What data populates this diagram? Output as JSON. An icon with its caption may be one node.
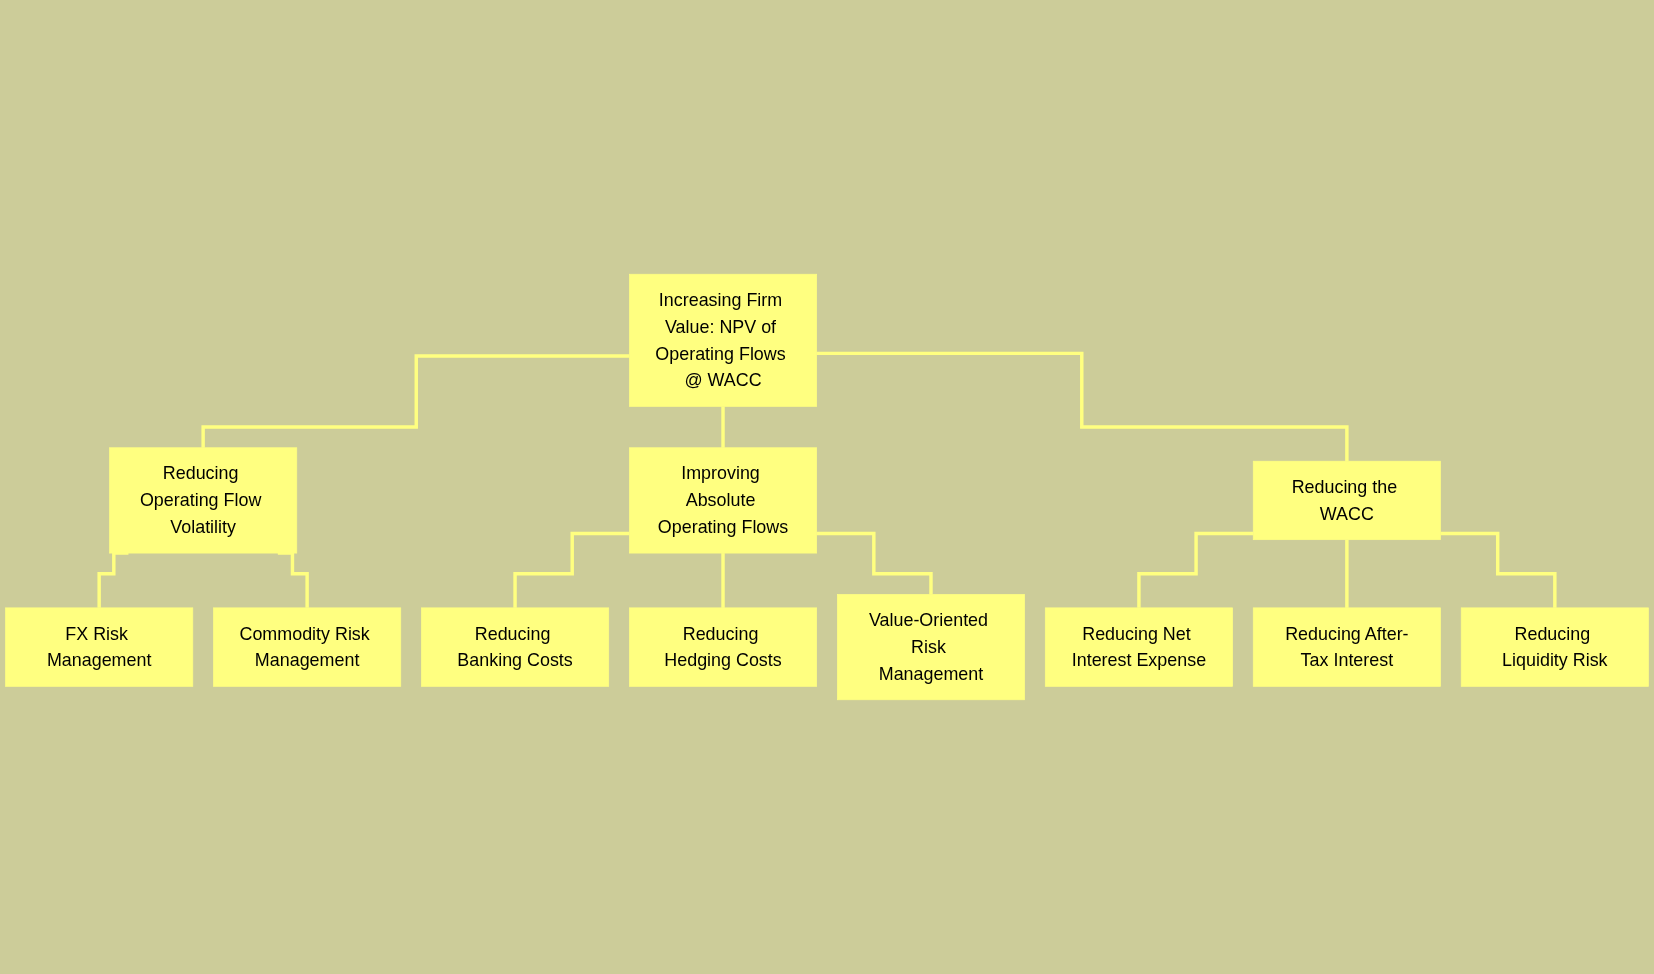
{
  "diagram": {
    "nodes": [
      {
        "text": [
          "Increasing Firm Value: NPV of Operating Flows @ WACC"
        ]
      },
      {
        "text": [
          "Reducing Operating Flow Volatility"
        ]
      },
      {
        "text": [
          "Improving Absolute Operating Flows"
        ]
      },
      {
        "text": [
          "Reducing the WACC"
        ]
      },
      {
        "text": [
          "FX Risk Management"
        ]
      },
      {
        "text": [
          "Commodity Risk Management"
        ]
      },
      {
        "text": [
          "Reducing Banking Costs"
        ]
      },
      {
        "text": [
          "Reducing Hedging Costs"
        ]
      },
      {
        "text": [
          "Value-Oriented Risk Management"
        ]
      },
      {
        "text": [
          "Reducing Net Interest Expense"
        ]
      },
      {
        "text": [
          "Reducing After-Tax Interest"
        ]
      },
      {
        "text": [
          "Reducing Liquidity Risk"
        ]
      }
    ],
    "edges": [
      {
        "from": 0,
        "to": 1,
        "arrow": "none"
      },
      {
        "from": 0,
        "to": 2,
        "arrow": "none"
      },
      {
        "from": 0,
        "to": 3,
        "arrow": "none"
      },
      {
        "from": 1,
        "to": 4,
        "arrow": "none"
      },
      {
        "from": 1,
        "to": 5,
        "arrow": "none"
      },
      {
        "from": 2,
        "to": 6,
        "arrow": "none"
      },
      {
        "from": 2,
        "to": 7,
        "arrow": "none"
      },
      {
        "from": 2,
        "to": 8,
        "arrow": "none"
      },
      {
        "from": 3,
        "to": 9,
        "arrow": "none"
      },
      {
        "from": 3,
        "to": 10,
        "arrow": "none"
      },
      {
        "from": 3,
        "to": 11,
        "arrow": "none"
      }
    ]
  }
}
